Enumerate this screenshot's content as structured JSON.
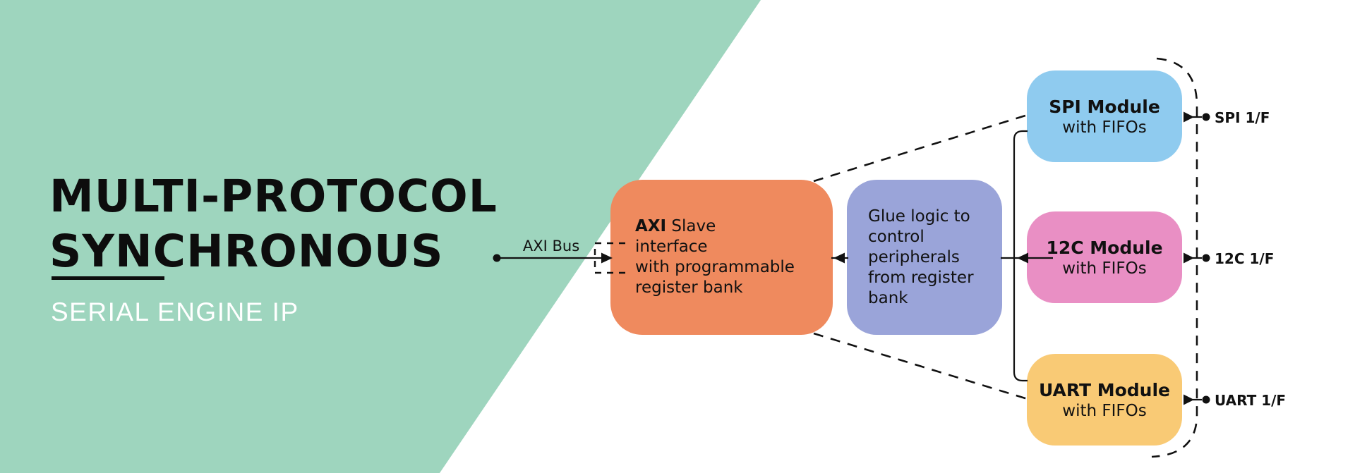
{
  "hero": {
    "title_line1": "MULTI-PROTOCOL",
    "title_line2": "SYNCHRONOUS",
    "subtitle": "SERIAL ENGINE IP"
  },
  "diagram": {
    "axi_bus": {
      "label": "AXI Bus"
    },
    "axi_slave_box": {
      "label_bold": "AXI",
      "label_rest": " Slave\ninterface\nwith programmable\nregister bank"
    },
    "glue_logic_box": {
      "label": "Glue logic to\ncontrol\nperipherals\nfrom register\nbank"
    },
    "modules": [
      {
        "id": "spi",
        "name": "SPI Module",
        "subtitle": "with FIFOs",
        "port_label": "SPI 1/F",
        "color": "#8FCBEF"
      },
      {
        "id": "i2c",
        "name": "12C Module",
        "subtitle": "with FIFOs",
        "port_label": "12C 1/F",
        "color": "#E98FC4"
      },
      {
        "id": "uart",
        "name": "UART Module",
        "subtitle": "with FIFOs",
        "port_label": "UART 1/F",
        "color": "#F9CA75"
      }
    ],
    "colors": {
      "panel_green": "#9ED5BE",
      "axi_slave_orange": "#EF8A5E",
      "glue_logic_purple": "#9AA4D9",
      "spi_blue": "#8FCBEF",
      "i2c_pink": "#E98FC4",
      "uart_yellow": "#F9CA75",
      "line": "#111111",
      "title_text": "#0D0D0D",
      "subtitle_text": "#FFFFFF"
    }
  }
}
